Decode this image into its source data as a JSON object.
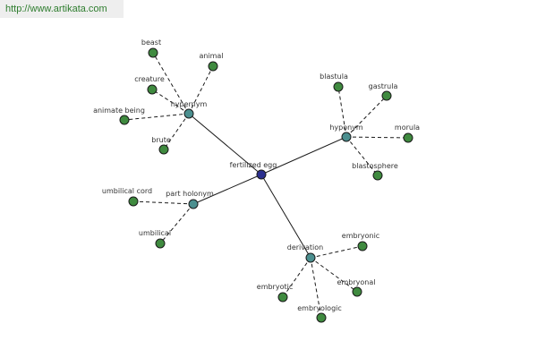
{
  "watermark": "http://www.artikata.com",
  "colors": {
    "center": "#2b2f8f",
    "relation": "#4b8f8f",
    "leaf": "#3f8a3f"
  },
  "graph": {
    "center": "fertilized egg",
    "relations": [
      {
        "id": "hypernym",
        "label": "hypernym",
        "leaves": [
          "beast",
          "animal",
          "creature",
          "animate being",
          "brute"
        ]
      },
      {
        "id": "hyponym",
        "label": "hyponym",
        "leaves": [
          "blastula",
          "gastrula",
          "morula",
          "blastosphere"
        ]
      },
      {
        "id": "part-holonym",
        "label": "part holonym",
        "leaves": [
          "umbilical cord",
          "umbilical"
        ]
      },
      {
        "id": "derivation",
        "label": "derivation",
        "leaves": [
          "embryonic",
          "embryotic",
          "embryonal",
          "embryologic"
        ]
      }
    ]
  }
}
